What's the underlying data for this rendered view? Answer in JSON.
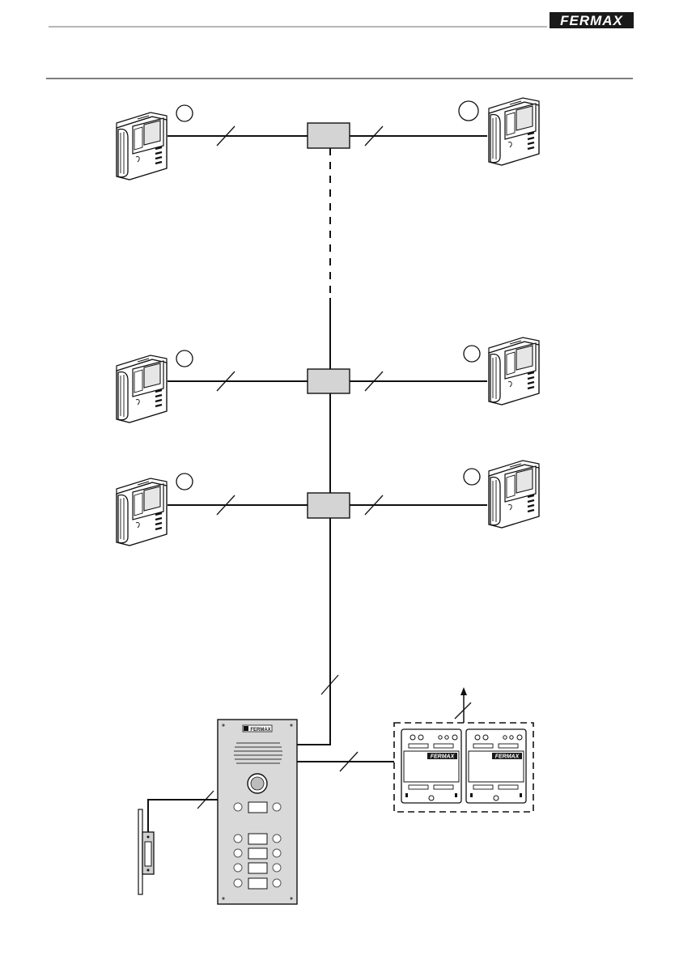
{
  "header": {
    "brand": "FERMAX",
    "colors": {
      "logo_bg": "#1a1a1a",
      "logo_text": "#ffffff",
      "rule": "#8a8a8a",
      "line": "#111111",
      "box_fill": "#d4d4d4",
      "panel_fill": "#d9d9d9"
    }
  },
  "diagram": {
    "monitors": [
      {
        "id": "monitor-floor-top-left"
      },
      {
        "id": "monitor-floor-top-right"
      },
      {
        "id": "monitor-floor-mid-left"
      },
      {
        "id": "monitor-floor-mid-right"
      },
      {
        "id": "monitor-floor-low-left"
      },
      {
        "id": "monitor-floor-low-right"
      }
    ],
    "distributors": [
      {
        "id": "distributor-top"
      },
      {
        "id": "distributor-mid"
      },
      {
        "id": "distributor-low"
      }
    ],
    "door_panel": {
      "brand": "FERMAX"
    },
    "power_supplies": [
      {
        "brand": "FERMAX"
      },
      {
        "brand": "FERMAX"
      }
    ]
  }
}
